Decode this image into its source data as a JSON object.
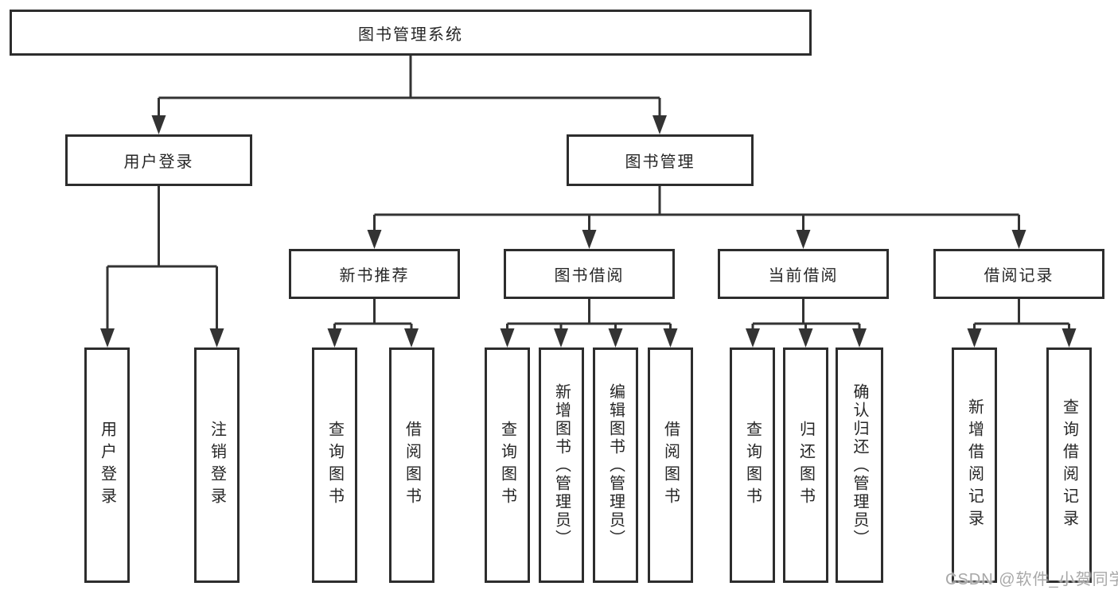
{
  "colors": {
    "line": "#333333",
    "box_border": "#2d2d2d",
    "box_fill": "#ffffff",
    "text": "#262626",
    "background": "#ffffff",
    "watermark": "#a8a8a8"
  },
  "watermark": {
    "text": "CSDN @软件_小贺同学"
  },
  "tree": {
    "root": {
      "label": "图书管理系统"
    },
    "branches": [
      {
        "label": "用户登录",
        "leaves": [
          {
            "label": "用户登录"
          },
          {
            "label": "注销登录"
          }
        ]
      },
      {
        "label": "图书管理",
        "sections": [
          {
            "label": "新书推荐",
            "leaves": [
              {
                "label": "查询图书"
              },
              {
                "label": "借阅图书"
              }
            ]
          },
          {
            "label": "图书借阅",
            "leaves": [
              {
                "label": "查询图书"
              },
              {
                "label": "新增图书（管理员）"
              },
              {
                "label": "编辑图书（管理员）"
              },
              {
                "label": "借阅图书"
              }
            ]
          },
          {
            "label": "当前借阅",
            "leaves": [
              {
                "label": "查询图书"
              },
              {
                "label": "归还图书"
              },
              {
                "label": "确认归还（管理员）"
              }
            ]
          },
          {
            "label": "借阅记录",
            "leaves": [
              {
                "label": "新增借阅记录"
              },
              {
                "label": "查询借阅记录"
              }
            ]
          }
        ]
      }
    ]
  }
}
